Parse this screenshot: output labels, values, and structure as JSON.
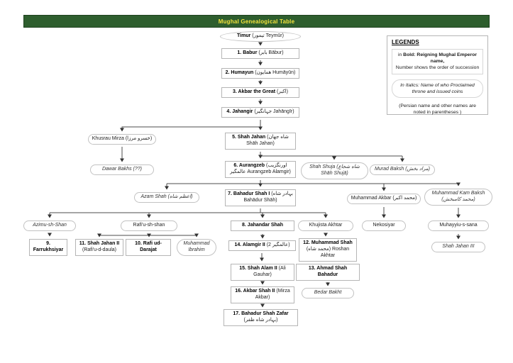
{
  "title": "Mughal Genealogical Table",
  "legend": {
    "heading": "LEGENDS",
    "rule_bold": {
      "prefix": "in ",
      "bold": "Bold: Reigning Mughal Emperor name,",
      "line2": "Number shows the order of succession"
    },
    "rule_italic": "In Italics: Name of who Proclaimed throne and issued coins",
    "note": "(Persian name and other names are noted in parentheses )"
  },
  "colors": {
    "header_bg": "#2e5e2e",
    "header_text": "#f2e23c",
    "box_border": "#b5b5b5",
    "line": "#4d4d4d"
  },
  "nodes": {
    "timur": {
      "b": "Timur",
      "r": " (تیمور Teymūr)"
    },
    "babur": {
      "b": "1. Babur",
      "r": " (بابر Bābur)"
    },
    "humayun": {
      "b": "2. Humayun",
      "r": " (همایون Humāyūn)"
    },
    "akbar_great": {
      "b": "3. Akbar the Great",
      "r": " (اکبر)"
    },
    "jahangir": {
      "b": "4. Jahangir",
      "r": " (جہانگیر Jahāngīr)"
    },
    "khusrau_mirza": {
      "b": "",
      "r": "Khusrau Mirza (خسرو مرزا)"
    },
    "shah_jahan": {
      "b": "5. Shah Jahan",
      "r": " (شاه جهان Shāh Jahan)"
    },
    "dawar_bakhs": {
      "b": "",
      "r": "Dawar Bakhs (??)"
    },
    "aurangzeb": {
      "b": "6. Aurangzeb",
      "r": " (اورنگزیب عالمگیر Aurangzeb Alamgir)"
    },
    "shah_shuja": {
      "b": "",
      "r": "Shah Shuja (شاه شجاع Shāh Shujā)"
    },
    "murad_baksh": {
      "b": "",
      "r": "Murad Baksh (مراد بخش)"
    },
    "azam_shah": {
      "b": "",
      "r": "Azam Shah (اعظم شاه)"
    },
    "bahadur_shah_1": {
      "b": "7. Bahadur Shah I",
      "r": " (بہادر شاه Bahādur Shāh)"
    },
    "muhammad_akbar": {
      "b": "",
      "r": "Muhammad Akbar (محمد اکبر)"
    },
    "kam_baksh": {
      "b": "",
      "r": "Muhammad Kam Baksh (محمد کامبخش)"
    },
    "azimu": {
      "b": "",
      "r": "Azimu-sh-Shan"
    },
    "rafiu": {
      "b": "",
      "r": "Rafi'u-sh-shan"
    },
    "jahandar": {
      "b": "8. Jahandar Shah",
      "r": ""
    },
    "khujista": {
      "b": "",
      "r": "Khujista Akhtar"
    },
    "nekosiyar": {
      "b": "",
      "r": "Nekosiyar"
    },
    "muhayyiu": {
      "b": "",
      "r": "Muhayyiu-s-sana"
    },
    "farrukhsiyar": {
      "b": "9. Farrukhsiyar",
      "r": ""
    },
    "shah_jahan_2": {
      "b": "11. Shah Jahan II",
      "r": " (Rafi'u-d-daula)"
    },
    "rafi_ud_darajat": {
      "b": "10. Rafi ud-Darajat",
      "r": ""
    },
    "muhammad_ibrahim": {
      "b": "",
      "r": "Muhammad Ibrahim"
    },
    "alamgir_2": {
      "b": "14. Alamgir II",
      "r": " (عالمگیر 2)"
    },
    "muhammad_shah": {
      "b": "12. Muhammad Shah",
      "r": " (محمد شاه) Roshan Akhtar"
    },
    "shah_jahan_3": {
      "b": "",
      "r": "Shah Jahan III"
    },
    "shah_alam_2": {
      "b": "15. Shah Alam II",
      "r": " (Ali Gauhar)"
    },
    "ahmad_shah": {
      "b": "13. Ahmad Shah Bahadur",
      "r": ""
    },
    "akbar_shah_2": {
      "b": "16. Akbar Shah II",
      "r": " (Mirza Akbar)"
    },
    "bedar_bakht": {
      "b": "",
      "r": "Bedar Bakht"
    },
    "zafar": {
      "b": "17. Bahadur Shah Zafar",
      "r": " (بہادر شاه ظفر)"
    }
  }
}
